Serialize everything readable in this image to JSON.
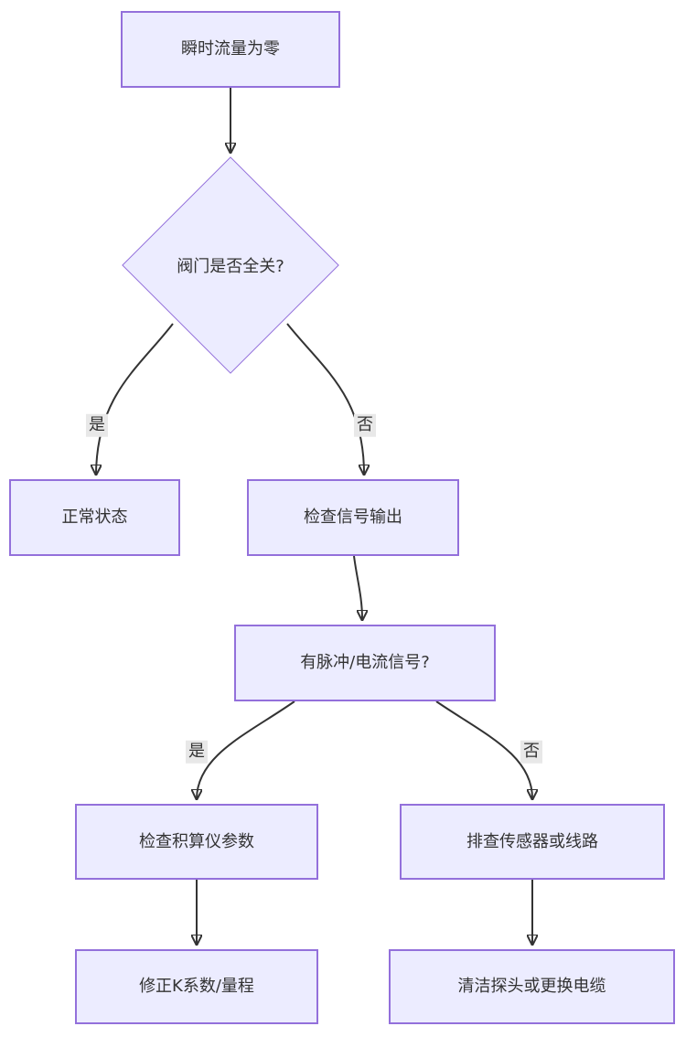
{
  "diagram": {
    "type": "flowchart",
    "direction": "top-down",
    "nodes": [
      {
        "id": "A",
        "shape": "rect",
        "label": "瞬时流量为零"
      },
      {
        "id": "B",
        "shape": "diamond",
        "label": "阀门是否全关?"
      },
      {
        "id": "C",
        "shape": "rect",
        "label": "正常状态"
      },
      {
        "id": "D",
        "shape": "rect",
        "label": "检查信号输出"
      },
      {
        "id": "E",
        "shape": "rect",
        "label": "有脉冲/电流信号?"
      },
      {
        "id": "F",
        "shape": "rect",
        "label": "检查积算仪参数"
      },
      {
        "id": "G",
        "shape": "rect",
        "label": "排查传感器或线路"
      },
      {
        "id": "H",
        "shape": "rect",
        "label": "修正K系数/量程"
      },
      {
        "id": "I",
        "shape": "rect",
        "label": "清洁探头或更换电缆"
      }
    ],
    "edges": [
      {
        "from": "A",
        "to": "B",
        "label": ""
      },
      {
        "from": "B",
        "to": "C",
        "label": "是"
      },
      {
        "from": "B",
        "to": "D",
        "label": "否"
      },
      {
        "from": "D",
        "to": "E",
        "label": ""
      },
      {
        "from": "E",
        "to": "F",
        "label": "是"
      },
      {
        "from": "E",
        "to": "G",
        "label": "否"
      },
      {
        "from": "F",
        "to": "H",
        "label": ""
      },
      {
        "from": "G",
        "to": "I",
        "label": ""
      }
    ],
    "colors": {
      "node_fill": "#ECECFF",
      "node_border": "#9370DB",
      "edge_line": "#333333",
      "edge_label_background": "#e8e8e8",
      "text": "#333333",
      "background": "#ffffff"
    }
  }
}
